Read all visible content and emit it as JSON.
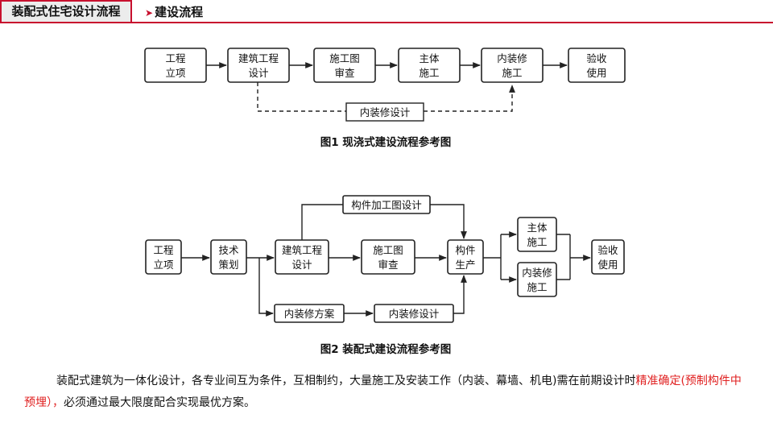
{
  "header": {
    "tab_label": "装配式住宅设计流程",
    "section_title": "建设流程"
  },
  "figure1": {
    "caption": "图1  现浇式建设流程参考图",
    "boxes": [
      [
        "工程",
        "立项"
      ],
      [
        "建筑工程",
        "设计"
      ],
      [
        "施工图",
        "审查"
      ],
      [
        "主体",
        "施工"
      ],
      [
        "内装修",
        "施工"
      ],
      [
        "验收",
        "使用"
      ]
    ],
    "side_box": "内装修设计"
  },
  "figure2": {
    "caption": "图2  装配式建设流程参考图",
    "boxes": {
      "start": [
        "工程",
        "立项"
      ],
      "plan": [
        "技术",
        "策划"
      ],
      "design": [
        "建筑工程",
        "设计"
      ],
      "review": [
        "施工图",
        "审查"
      ],
      "produce": [
        "构件",
        "生产"
      ],
      "main": [
        "主体",
        "施工"
      ],
      "interior": [
        "内装修",
        "施工"
      ],
      "accept": [
        "验收",
        "使用"
      ]
    },
    "top_box": "构件加工图设计",
    "bottom_box1": "内装修方案",
    "bottom_box2": "内装修设计"
  },
  "paragraph": {
    "part1": "装配式建筑为一体化设计，各专业间互为条件，互相制约，大量施工及安装工作（内装、幕墙、机电)需在前期设计时",
    "highlight": "精准确定(预制构件中预埋），",
    "part2": "必须通过最大限度配合实现最优方案。"
  }
}
